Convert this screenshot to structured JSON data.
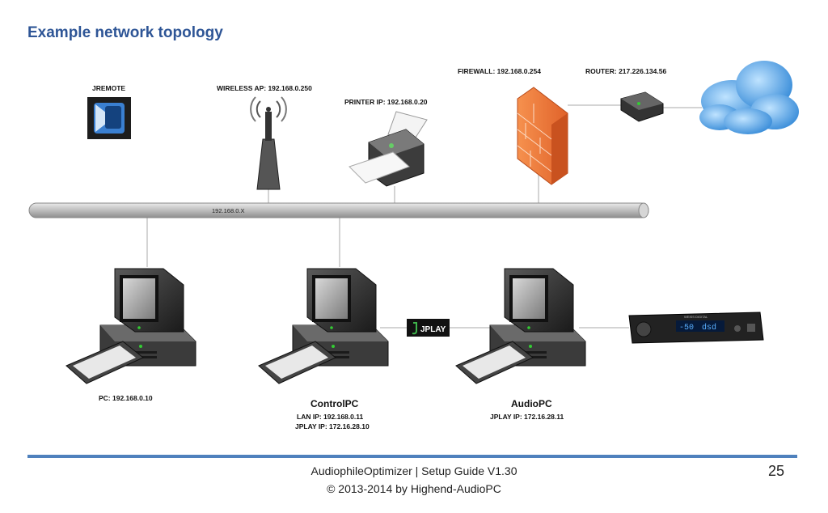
{
  "title": "Example network topology",
  "nodes": {
    "jremote": {
      "label": "JREMOTE"
    },
    "wireless_ap": {
      "label": "WIRELESS AP: 192.168.0.250"
    },
    "printer": {
      "label": "PRINTER IP: 192.168.0.20"
    },
    "firewall": {
      "label": "FIREWALL: 192.168.0.254"
    },
    "router": {
      "label": "ROUTER: 217.226.134.56"
    },
    "bus": {
      "label": "192.168.0.X"
    },
    "pc": {
      "label": "PC: 192.168.0.10"
    },
    "control_pc": {
      "name": "ControlPC",
      "lan": "LAN IP: 192.168.0.11",
      "jplay": "JPLAY IP: 172.16.28.10"
    },
    "jplay_box": {
      "label": "JPLAY"
    },
    "audio_pc": {
      "name": "AudioPC",
      "jplay": "JPLAY IP: 172.16.28.11"
    },
    "dac": {
      "brand": "WEISS DIGITAL",
      "display_left": "-50",
      "display_right": "dsd"
    }
  },
  "colors": {
    "title": "#2e5596",
    "footer_rule": "#4f81bd",
    "firewall": "#f07a3a",
    "cloud": "#4ea3e6"
  },
  "footer": {
    "line1": "AudiophileOptimizer | Setup Guide V1.30",
    "line2": "© 2013-2014 by Highend-AudioPC",
    "page": "25"
  }
}
